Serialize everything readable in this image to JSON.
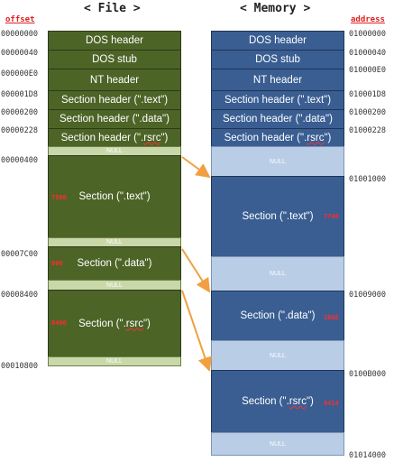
{
  "file": {
    "header": "< File >",
    "axis_label": "offset",
    "offsets": [
      "00000000",
      "00000040",
      "000000E0",
      "000001D8",
      "00000200",
      "00000228",
      "00000400",
      "00007C00",
      "00008400",
      "00010800"
    ],
    "blocks": {
      "dos_header": "DOS header",
      "dos_stub": "DOS stub",
      "nt_header": "NT header",
      "sh_text": "Section header (\".text\")",
      "sh_data": "Section header (\".data\")",
      "sh_rsrc_pre": "Section header (\".",
      "sh_rsrc_sq": "rsrc",
      "sh_rsrc_post": "\")",
      "null": "NULL",
      "sec_text": "Section (\".text\")",
      "sec_data": "Section (\".data\")",
      "sec_rsrc_pre": "Section (\".",
      "sec_rsrc_sq": "rsrc",
      "sec_rsrc_post": "\")"
    },
    "sizes": {
      "text": "7800",
      "data": "800",
      "rsrc": "8400"
    }
  },
  "memory": {
    "header": "< Memory >",
    "axis_label": "address",
    "addresses": [
      "01000000",
      "01000040",
      "010000E0",
      "010001D8",
      "01000200",
      "01000228",
      "01001000",
      "01009000",
      "0100B000",
      "01014000"
    ],
    "sizes": {
      "text": "7740",
      "data": "1BAE",
      "rsrc": "8414"
    }
  },
  "colors": {
    "file_block": "#4d6427",
    "file_null": "#c9d8a8",
    "memory_block": "#3a5e92",
    "memory_null": "#b9cde6",
    "arrow": "#f0a040",
    "label_red": "#e02020"
  }
}
